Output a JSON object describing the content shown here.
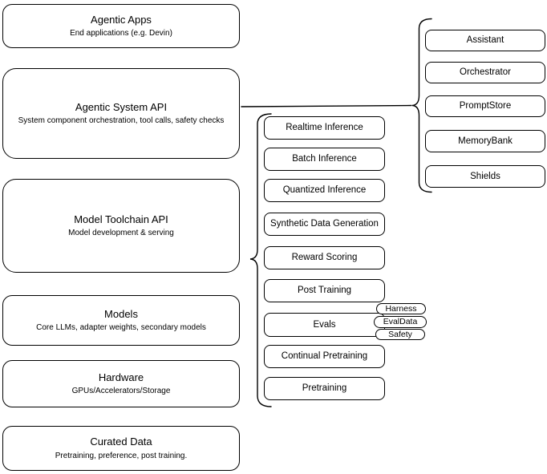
{
  "colors": {
    "background": "#ffffff",
    "node_fill": "#ffffff",
    "node_border": "#000000",
    "text": "#000000"
  },
  "layer_stack": {
    "items": [
      {
        "title": "Agentic Apps",
        "subtitle": "End applications (e.g. Devin)"
      },
      {
        "title": "Agentic System API",
        "subtitle": "System component orchestration, tool calls, safety checks"
      },
      {
        "title": "Model Toolchain API",
        "subtitle": "Model development & serving"
      },
      {
        "title": "Models",
        "subtitle": "Core LLMs, adapter weights, secondary models"
      },
      {
        "title": "Hardware",
        "subtitle": "GPUs/Accelerators/Storage"
      },
      {
        "title": "Curated Data",
        "subtitle": "Pretraining, preference, post training."
      }
    ]
  },
  "toolchain_group": {
    "items": [
      {
        "label": "Realtime Inference"
      },
      {
        "label": "Batch Inference"
      },
      {
        "label": "Quantized Inference"
      },
      {
        "label": "Synthetic Data Generation"
      },
      {
        "label": "Reward Scoring"
      },
      {
        "label": "Post Training"
      },
      {
        "label": "Evals"
      },
      {
        "label": "Continual Pretraining"
      },
      {
        "label": "Pretraining"
      }
    ],
    "eval_tags": [
      {
        "label": "Harness"
      },
      {
        "label": "EvalData"
      },
      {
        "label": "Safety"
      }
    ]
  },
  "system_group": {
    "items": [
      {
        "label": "Assistant"
      },
      {
        "label": "Orchestrator"
      },
      {
        "label": "PromptStore"
      },
      {
        "label": "MemoryBank"
      },
      {
        "label": "Shields"
      }
    ]
  }
}
